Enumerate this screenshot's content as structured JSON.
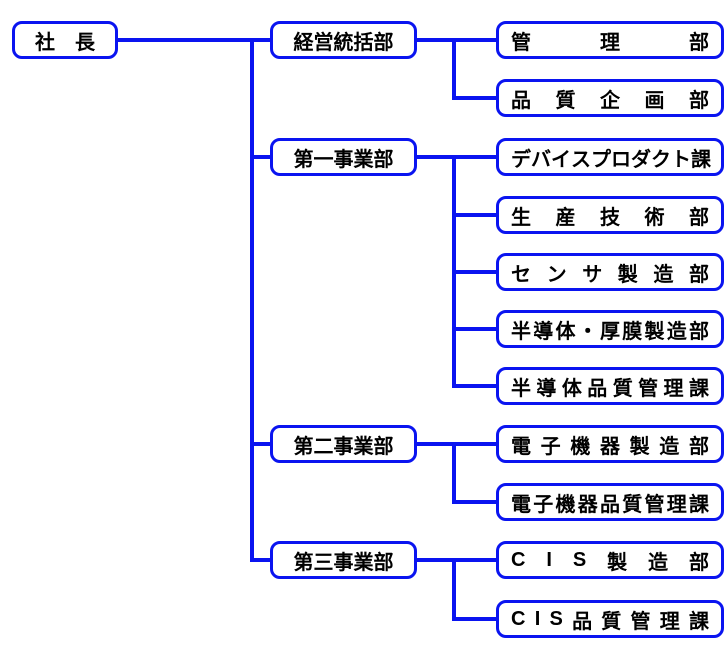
{
  "colors": {
    "line_blue": "#0A14F0",
    "text_black": "#000000",
    "background_white": "#FFFFFF"
  },
  "org_chart": {
    "root": {
      "label": "社長"
    },
    "divisions": [
      {
        "label": "経営統括部",
        "departments": [
          {
            "label": "管理部"
          },
          {
            "label": "品質企画部"
          }
        ]
      },
      {
        "label": "第一事業部",
        "departments": [
          {
            "label": "デバイスプロダクト課"
          },
          {
            "label": "生産技術部"
          },
          {
            "label": "センサ製造部"
          },
          {
            "label": "半導体・厚膜製造部"
          },
          {
            "label": "半導体品質管理課"
          }
        ]
      },
      {
        "label": "第二事業部",
        "departments": [
          {
            "label": "電子機器製造部"
          },
          {
            "label": "電子機器品質管理課"
          }
        ]
      },
      {
        "label": "第三事業部",
        "departments": [
          {
            "label": "CIS製造部"
          },
          {
            "label": "CIS品質管理課"
          }
        ]
      }
    ]
  }
}
